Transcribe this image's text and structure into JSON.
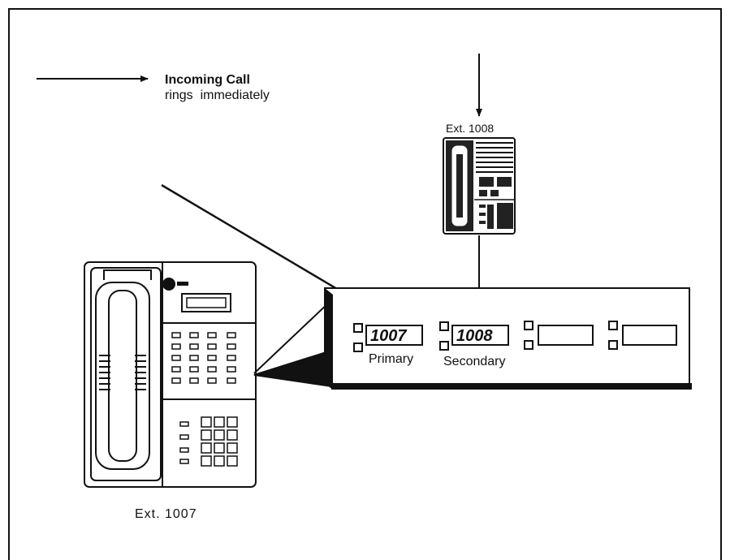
{
  "legend": {
    "title": "Incoming Call",
    "subtitle": "rings  immediately",
    "arrow_icon": "right-arrow-icon"
  },
  "phone_1008": {
    "label": "Ext. 1008"
  },
  "phone_1007": {
    "label": "Ext. 1007"
  },
  "button_panel": {
    "buttons": [
      {
        "number": "1007",
        "label": "Primary"
      },
      {
        "number": "1008",
        "label": "Secondary"
      },
      {
        "number": "",
        "label": ""
      },
      {
        "number": "",
        "label": ""
      }
    ]
  },
  "colors": {
    "ink": "#111111",
    "paper": "#ffffff"
  }
}
